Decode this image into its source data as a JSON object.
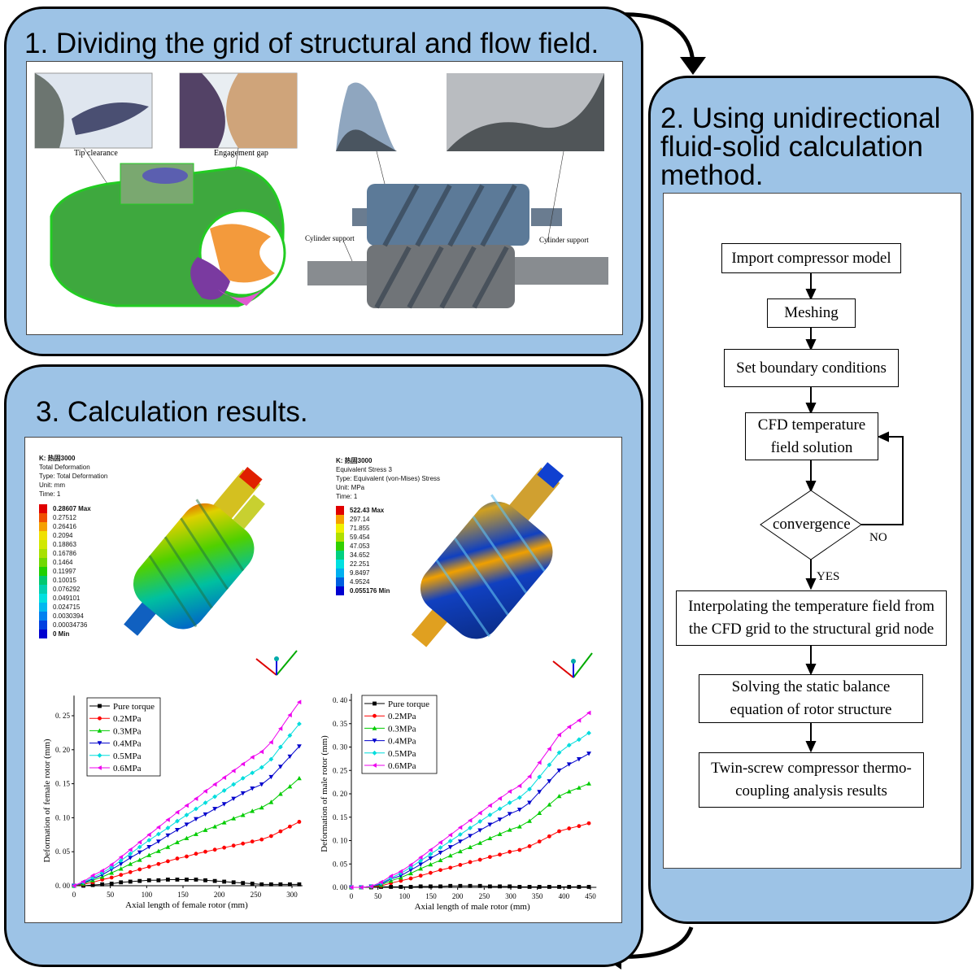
{
  "panel1": {
    "title": "1. Dividing the grid of structural and flow field.",
    "labels": {
      "tip": "Tip clearance",
      "gap": "Engagement gap",
      "cyl_left": "Cylinder support",
      "cyl_right": "Cylinder support"
    }
  },
  "panel2": {
    "title": "2. Using unidirectional fluid-solid calculation method.",
    "steps": [
      "Import compressor model",
      "Meshing",
      "Set boundary conditions",
      "CFD temperature field solution",
      "convergence",
      "Interpolating the temperature field from the CFD grid to the structural grid node",
      "Solving the static balance equation of rotor structure",
      "Twin-screw compressor thermo-coupling analysis results"
    ],
    "no": "NO",
    "yes": "YES"
  },
  "panel3": {
    "title": "3. Calculation results.",
    "deform": {
      "header": [
        "K: 热固3000",
        "Total Deformation",
        "Type: Total Deformation",
        "Unit: mm",
        "Time: 1"
      ],
      "scale": [
        "0.28607 Max",
        "0.27512",
        "0.26416",
        "0.2094",
        "0.18863",
        "0.16786",
        "0.1464",
        "0.11997",
        "0.10015",
        "0.076292",
        "0.049101",
        "0.024715",
        "0.0030394",
        "0.00034736",
        "0 Min"
      ],
      "colors": [
        "#e00000",
        "#f05000",
        "#f5a000",
        "#f0e000",
        "#d0e800",
        "#a8e000",
        "#70d800",
        "#20d000",
        "#00c870",
        "#00d0b0",
        "#00e0e0",
        "#00b8f0",
        "#0080f0",
        "#0040e0",
        "#0000d0"
      ]
    },
    "stress": {
      "header": [
        "K: 热固3000",
        "Equivalent Stress 3",
        "Type: Equivalent (von-Mises) Stress",
        "Unit: MPa",
        "Time: 1"
      ],
      "scale": [
        "522.43 Max",
        "297.14",
        "71.855",
        "59.454",
        "47.053",
        "34.652",
        "22.251",
        "9.8497",
        "4.9524",
        "0.055176 Min"
      ],
      "colors": [
        "#e00000",
        "#f5a000",
        "#f0f000",
        "#b0e000",
        "#30d000",
        "#00d080",
        "#00e0e0",
        "#00b0f0",
        "#0060e0",
        "#0000d0"
      ]
    }
  },
  "chart_data": [
    {
      "type": "line",
      "xlabel": "Axial length of female rotor (mm)",
      "ylabel": "Deformation of female rotor (mm)",
      "xlim": [
        0,
        310
      ],
      "ylim": [
        0,
        0.27
      ],
      "xticks": [
        "0",
        "50",
        "100",
        "150",
        "200",
        "250",
        "300"
      ],
      "yticks": [
        "0. 00",
        "0. 05",
        "0. 10",
        "0. 15",
        "0. 20",
        "0. 25"
      ],
      "x": [
        0,
        12.9,
        25.8,
        38.8,
        51.7,
        64.6,
        77.5,
        90.4,
        103.3,
        116.3,
        129.2,
        142.1,
        155,
        167.9,
        180.8,
        193.8,
        206.7,
        219.6,
        232.5,
        245.4,
        258.3,
        271.3,
        284.2,
        297.1,
        310
      ],
      "series": [
        {
          "name": "Pure torque",
          "color": "#000000",
          "marker": "square",
          "values": [
            0,
            0,
            0.001,
            0.002,
            0.003,
            0.005,
            0.006,
            0.007,
            0.008,
            0.008,
            0.009,
            0.009,
            0.009,
            0.009,
            0.008,
            0.007,
            0.006,
            0.005,
            0.004,
            0.003,
            0.002,
            0.002,
            0.002,
            0.002,
            0.002
          ]
        },
        {
          "name": "0.2MPa",
          "color": "#ff0000",
          "marker": "circle",
          "values": [
            0,
            0.002,
            0.005,
            0.009,
            0.012,
            0.016,
            0.02,
            0.024,
            0.028,
            0.032,
            0.036,
            0.04,
            0.043,
            0.047,
            0.05,
            0.053,
            0.056,
            0.059,
            0.062,
            0.065,
            0.068,
            0.073,
            0.08,
            0.087,
            0.094
          ]
        },
        {
          "name": "0.3MPa",
          "color": "#00cc00",
          "marker": "triangle-up",
          "values": [
            0,
            0.003,
            0.008,
            0.013,
            0.019,
            0.025,
            0.032,
            0.038,
            0.045,
            0.051,
            0.057,
            0.064,
            0.07,
            0.076,
            0.082,
            0.087,
            0.093,
            0.099,
            0.104,
            0.11,
            0.115,
            0.123,
            0.135,
            0.146,
            0.158
          ]
        },
        {
          "name": "0.4MPa",
          "color": "#0000cc",
          "marker": "triangle-down",
          "values": [
            0,
            0.004,
            0.01,
            0.016,
            0.024,
            0.032,
            0.041,
            0.049,
            0.057,
            0.065,
            0.074,
            0.082,
            0.09,
            0.098,
            0.105,
            0.113,
            0.12,
            0.128,
            0.136,
            0.143,
            0.149,
            0.16,
            0.175,
            0.19,
            0.205
          ]
        },
        {
          "name": "0.5MPa",
          "color": "#00dddd",
          "marker": "diamond",
          "values": [
            0,
            0.005,
            0.012,
            0.019,
            0.027,
            0.037,
            0.047,
            0.057,
            0.067,
            0.076,
            0.085,
            0.095,
            0.104,
            0.113,
            0.122,
            0.131,
            0.14,
            0.149,
            0.158,
            0.166,
            0.174,
            0.186,
            0.204,
            0.221,
            0.238
          ]
        },
        {
          "name": "0.6MPa",
          "color": "#ee00ee",
          "marker": "triangle-left",
          "values": [
            0,
            0.006,
            0.015,
            0.022,
            0.031,
            0.042,
            0.053,
            0.064,
            0.075,
            0.086,
            0.097,
            0.108,
            0.118,
            0.128,
            0.139,
            0.149,
            0.159,
            0.169,
            0.179,
            0.189,
            0.197,
            0.211,
            0.231,
            0.251,
            0.27
          ]
        }
      ],
      "legend": "top-left"
    },
    {
      "type": "line",
      "xlabel": "Axial length of male rotor (mm)",
      "ylabel": "Deformation of male rotor (mm)",
      "xlim": [
        0,
        450
      ],
      "ylim": [
        0,
        0.4
      ],
      "xticks": [
        "0",
        "50",
        "100",
        "150",
        "200",
        "250",
        "300",
        "350",
        "400",
        "450"
      ],
      "yticks": [
        "0. 00",
        "0. 05",
        "0. 10",
        "0. 15",
        "0. 20",
        "0. 25",
        "0. 30",
        "0. 35",
        "0. 40"
      ],
      "x": [
        0,
        18.6,
        37.3,
        55.9,
        74.5,
        93.1,
        111.8,
        130.4,
        149,
        167.6,
        186.3,
        204.9,
        223.5,
        242.1,
        260.8,
        279.4,
        298,
        316.6,
        335.3,
        353.9,
        372.5,
        391.1,
        409.8,
        428.4,
        447
      ],
      "series": [
        {
          "name": "Pure torque",
          "color": "#000000",
          "marker": "square",
          "values": [
            0,
            0,
            0,
            0.001,
            0.001,
            0.001,
            0.001,
            0.002,
            0.002,
            0.002,
            0.003,
            0.003,
            0.003,
            0.003,
            0.002,
            0.002,
            0.002,
            0.001,
            0.001,
            0.001,
            0.001,
            0.001,
            0.001,
            0.001,
            0.001
          ]
        },
        {
          "name": "0.2MPa",
          "color": "#ff0000",
          "marker": "circle",
          "values": [
            0,
            0,
            0.001,
            0.003,
            0.009,
            0.014,
            0.019,
            0.025,
            0.031,
            0.037,
            0.042,
            0.048,
            0.054,
            0.059,
            0.065,
            0.07,
            0.076,
            0.08,
            0.088,
            0.098,
            0.109,
            0.12,
            0.126,
            0.131,
            0.137
          ]
        },
        {
          "name": "0.3MPa",
          "color": "#00cc00",
          "marker": "triangle-up",
          "values": [
            0,
            0,
            0.002,
            0.005,
            0.014,
            0.021,
            0.03,
            0.04,
            0.049,
            0.058,
            0.068,
            0.077,
            0.086,
            0.095,
            0.105,
            0.114,
            0.123,
            0.13,
            0.142,
            0.159,
            0.177,
            0.195,
            0.205,
            0.213,
            0.222
          ]
        },
        {
          "name": "0.4MPa",
          "color": "#0000cc",
          "marker": "triangle-down",
          "values": [
            0,
            0,
            0.002,
            0.007,
            0.018,
            0.025,
            0.037,
            0.049,
            0.062,
            0.074,
            0.086,
            0.098,
            0.11,
            0.122,
            0.134,
            0.145,
            0.157,
            0.166,
            0.181,
            0.204,
            0.227,
            0.25,
            0.263,
            0.274,
            0.286
          ]
        },
        {
          "name": "0.5MPa",
          "color": "#00dddd",
          "marker": "diamond",
          "values": [
            0,
            0,
            0.002,
            0.009,
            0.02,
            0.03,
            0.043,
            0.057,
            0.071,
            0.085,
            0.099,
            0.113,
            0.127,
            0.141,
            0.155,
            0.168,
            0.181,
            0.192,
            0.21,
            0.236,
            0.262,
            0.288,
            0.304,
            0.316,
            0.33
          ]
        },
        {
          "name": "0.6MPa",
          "color": "#ee00ee",
          "marker": "triangle-left",
          "values": [
            0,
            0,
            0.002,
            0.011,
            0.024,
            0.034,
            0.048,
            0.064,
            0.08,
            0.096,
            0.112,
            0.128,
            0.143,
            0.159,
            0.175,
            0.19,
            0.205,
            0.217,
            0.237,
            0.267,
            0.296,
            0.326,
            0.343,
            0.357,
            0.373
          ]
        }
      ],
      "legend": "top-left"
    }
  ]
}
